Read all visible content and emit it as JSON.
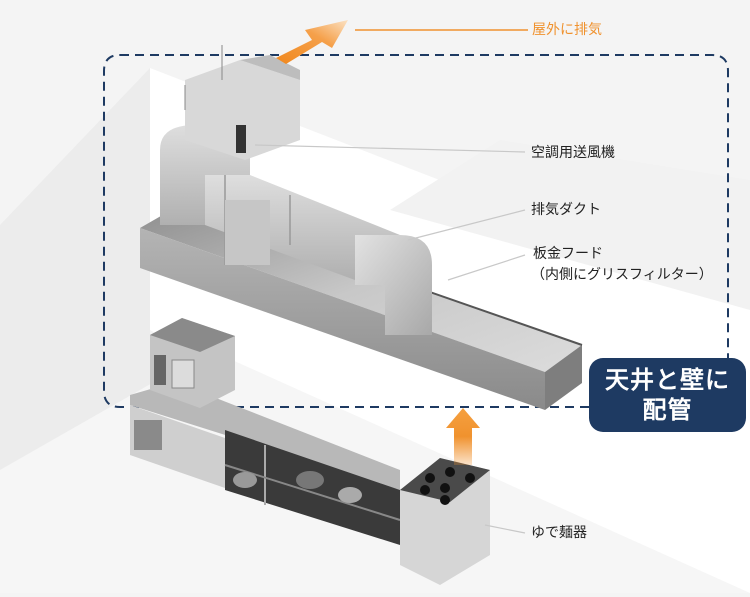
{
  "diagram": {
    "title": "厨房排気設備 構成図",
    "colors": {
      "accent_orange": "#f0922e",
      "dashed_border": "#1e3a62",
      "badge_bg": "#1e3a62",
      "badge_text": "#ffffff",
      "label_text": "#222222",
      "leader_line": "#c8c8c8",
      "background": "#f4f4f4"
    },
    "exhaust_label": "屋外に排気",
    "labels": {
      "blower": "空調用送風機",
      "duct": "排気ダクト",
      "hood": "板金フード",
      "hood_note": "（内側にグリスフィルター）",
      "boiler": "ゆで麺器"
    },
    "badge": {
      "line1": "天井と壁に",
      "line2": "配管"
    }
  }
}
